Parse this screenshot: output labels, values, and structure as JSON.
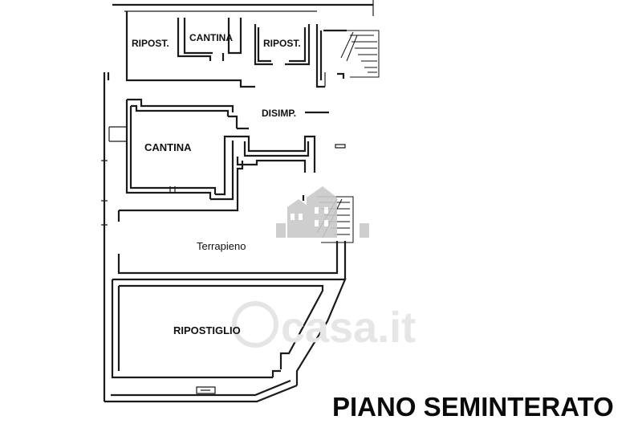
{
  "plan": {
    "title": "PIANO SEMINTERATO",
    "rooms": {
      "ripost_left": "RIPOST.",
      "cantina_top": "CANTINA",
      "ripost_right": "RIPOST.",
      "disimp": "DISIMP.",
      "cantina_main": "CANTINA",
      "terrapieno": "Terrapieno",
      "ripostiglio": "RIPOSTIGLIO"
    },
    "watermark": "casa.it"
  }
}
